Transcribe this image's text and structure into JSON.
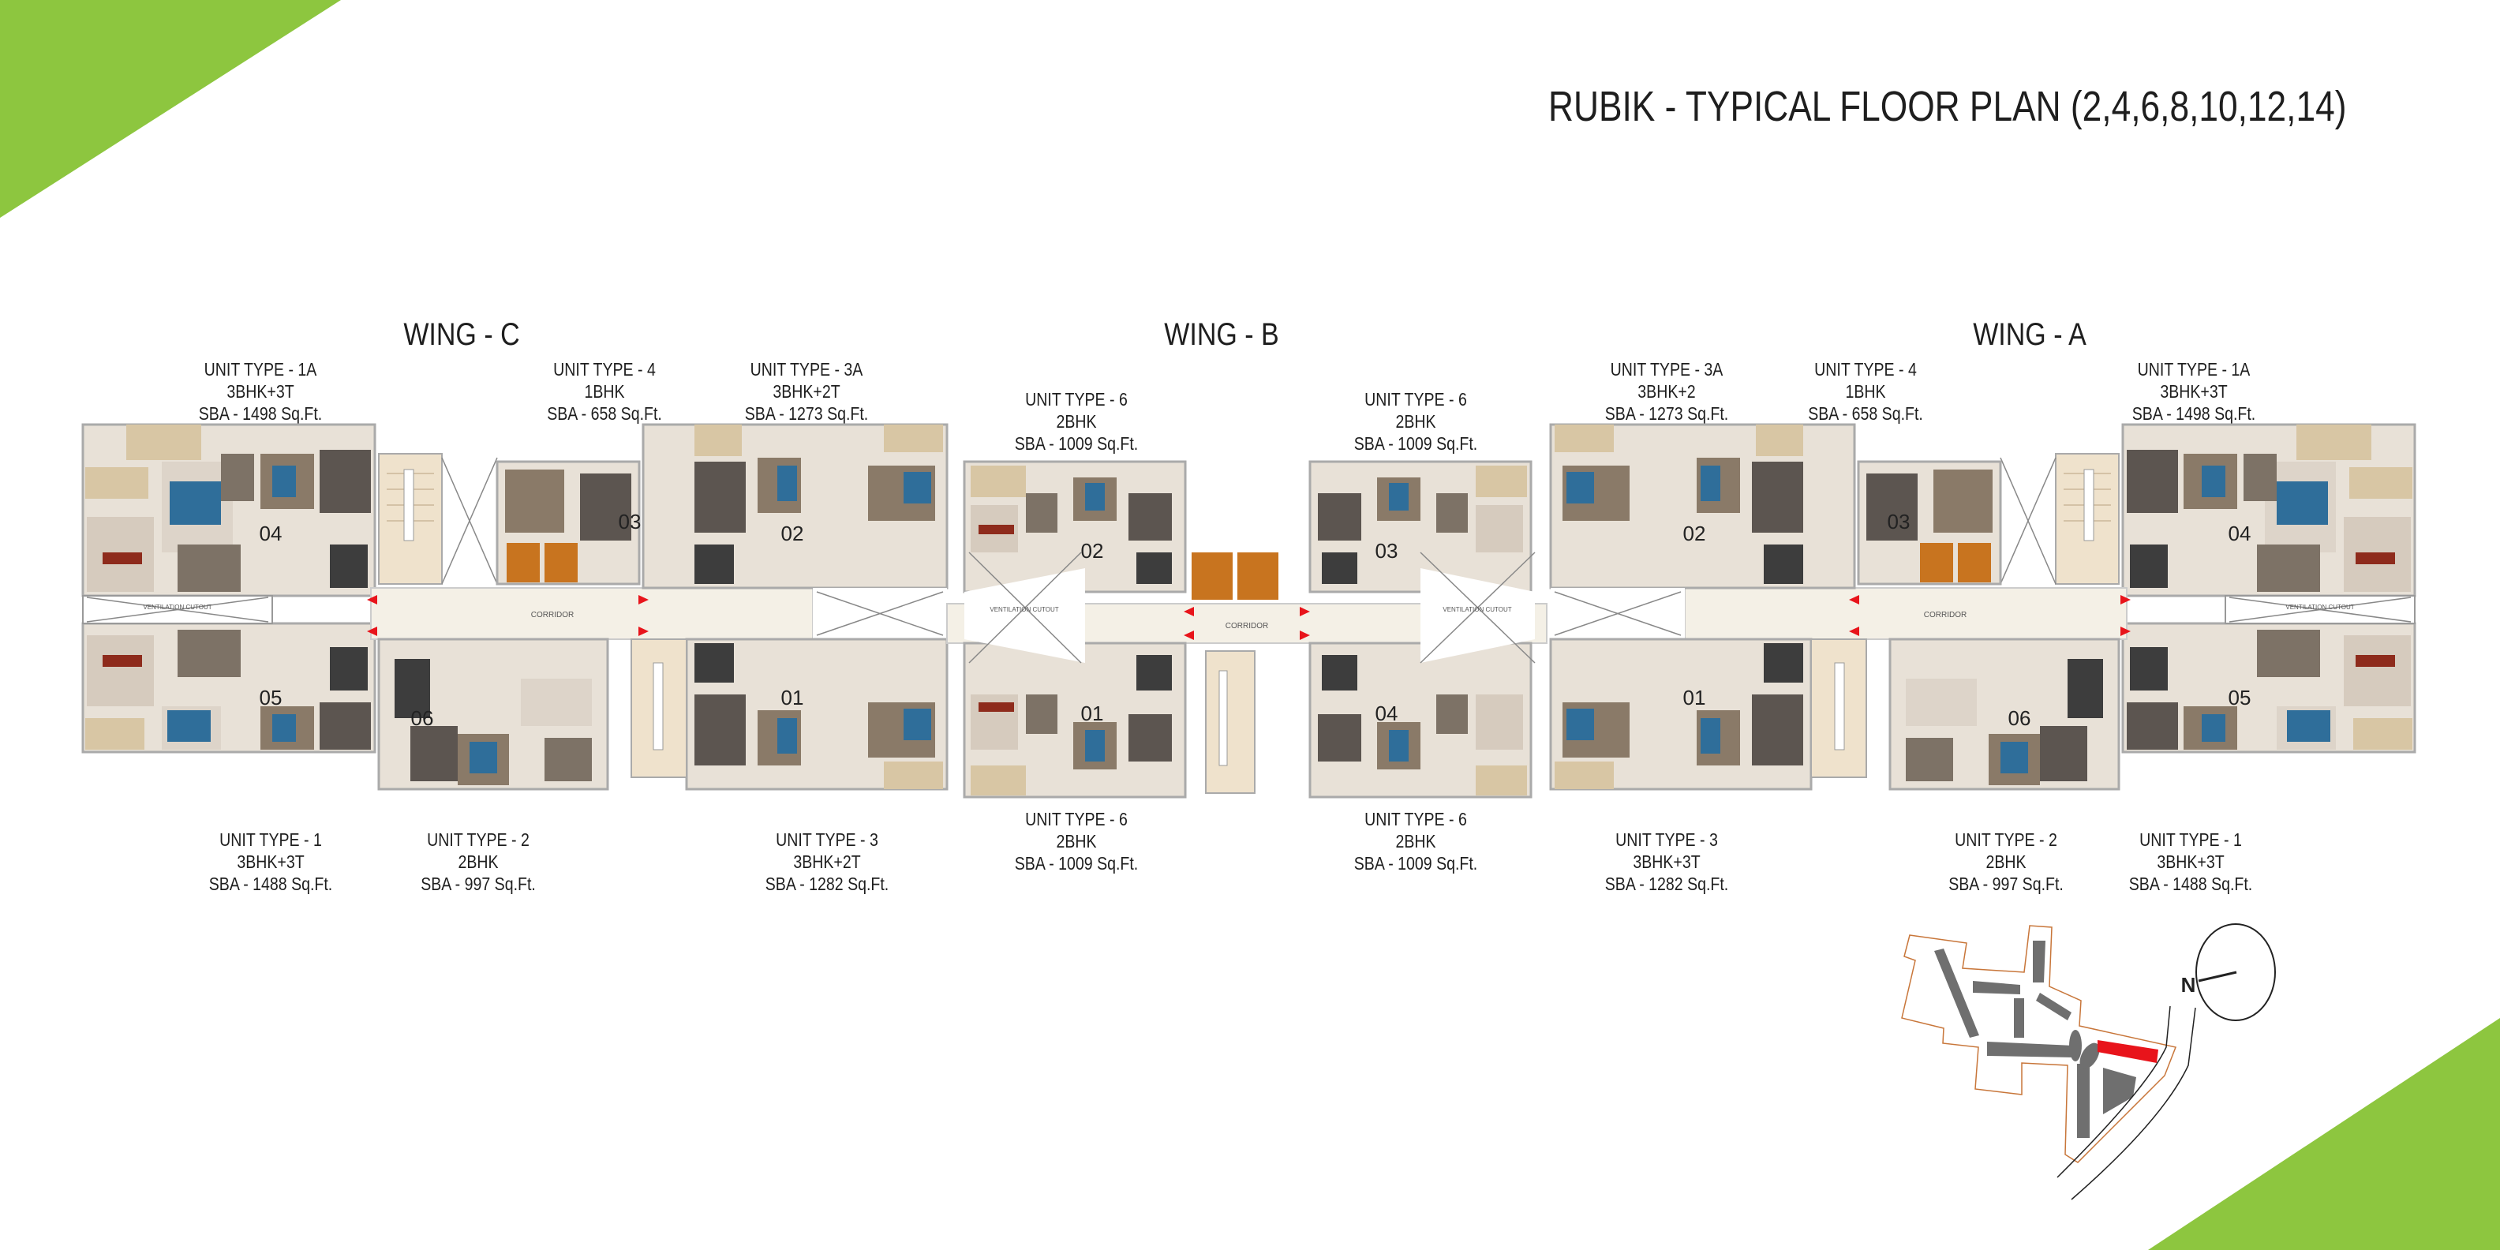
{
  "title": "RUBIK - TYPICAL FLOOR PLAN (2,4,6,8,10,12,14)",
  "colors": {
    "accent_green": "#8dc63f",
    "highlight_red": "#e8141b",
    "lift_orange": "#c8741f",
    "bed_blue": "#2f6e9a",
    "floor_beige": "#e8e1d7"
  },
  "wings": [
    {
      "name": "WING - C"
    },
    {
      "name": "WING - B"
    },
    {
      "name": "WING - A"
    }
  ],
  "units_top": [
    {
      "type": "UNIT TYPE - 1A",
      "config": "3BHK+3T",
      "sba": "SBA - 1498 Sq.Ft."
    },
    {
      "type": "UNIT TYPE - 4",
      "config": "1BHK",
      "sba": "SBA - 658 Sq.Ft."
    },
    {
      "type": "UNIT TYPE - 3A",
      "config": "3BHK+2T",
      "sba": "SBA - 1273 Sq.Ft."
    },
    {
      "type": "UNIT TYPE - 6",
      "config": "2BHK",
      "sba": "SBA - 1009 Sq.Ft."
    },
    {
      "type": "UNIT TYPE - 6",
      "config": "2BHK",
      "sba": "SBA - 1009 Sq.Ft."
    },
    {
      "type": "UNIT TYPE - 3A",
      "config": "3BHK+2",
      "sba": "SBA - 1273 Sq.Ft."
    },
    {
      "type": "UNIT TYPE - 4",
      "config": "1BHK",
      "sba": "SBA - 658 Sq.Ft."
    },
    {
      "type": "UNIT TYPE - 1A",
      "config": "3BHK+3T",
      "sba": "SBA - 1498 Sq.Ft."
    }
  ],
  "units_bottom": [
    {
      "type": "UNIT TYPE - 1",
      "config": "3BHK+3T",
      "sba": "SBA - 1488 Sq.Ft."
    },
    {
      "type": "UNIT TYPE - 2",
      "config": "2BHK",
      "sba": "SBA - 997 Sq.Ft."
    },
    {
      "type": "UNIT TYPE - 3",
      "config": "3BHK+2T",
      "sba": "SBA - 1282 Sq.Ft."
    },
    {
      "type": "UNIT TYPE - 6",
      "config": "2BHK",
      "sba": "SBA - 1009 Sq.Ft."
    },
    {
      "type": "UNIT TYPE - 6",
      "config": "2BHK",
      "sba": "SBA - 1009 Sq.Ft."
    },
    {
      "type": "UNIT TYPE - 3",
      "config": "3BHK+3T",
      "sba": "SBA - 1282 Sq.Ft."
    },
    {
      "type": "UNIT TYPE - 2",
      "config": "2BHK",
      "sba": "SBA - 997 Sq.Ft."
    },
    {
      "type": "UNIT TYPE - 1",
      "config": "3BHK+3T",
      "sba": "SBA - 1488 Sq.Ft."
    }
  ],
  "unit_numbers": {
    "wing_c": [
      "04",
      "05",
      "06",
      "03",
      "02",
      "01"
    ],
    "wing_b": [
      "02",
      "01",
      "03",
      "04"
    ],
    "wing_a": [
      "02",
      "01",
      "03",
      "06",
      "04",
      "05"
    ]
  },
  "room_labels": {
    "corridor": "CORRIDOR",
    "ventilation": "VENTILATION CUTOUT"
  },
  "key_map": {
    "north_label": "N"
  }
}
